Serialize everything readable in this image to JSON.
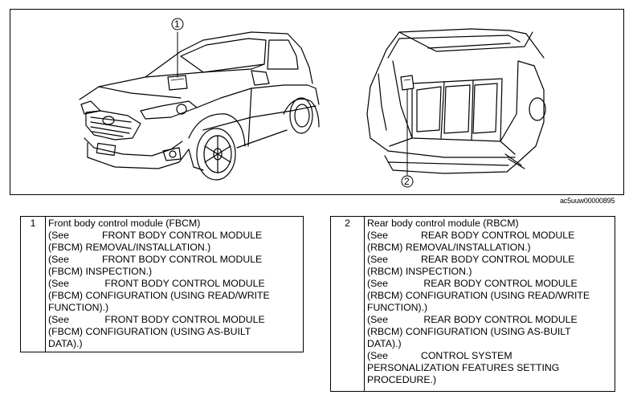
{
  "figure": {
    "callout_1": "1",
    "callout_2": "2",
    "figure_id": "ac5uuw00000895"
  },
  "fbcm": {
    "number": "1",
    "title": "Front body control module (FBCM)",
    "lines": [
      "(See            FRONT BODY CONTROL MODULE",
      "(FBCM) REMOVAL/INSTALLATION.)",
      "(See            FRONT BODY CONTROL MODULE",
      "(FBCM) INSPECTION.)",
      "(See             FRONT BODY CONTROL MODULE",
      "(FBCM) CONFIGURATION (USING READ/WRITE",
      "FUNCTION).)",
      "(See             FRONT BODY CONTROL MODULE",
      "(FBCM) CONFIGURATION (USING AS-BUILT",
      "DATA).)"
    ]
  },
  "rbcm": {
    "number": "2",
    "title": "Rear body control module (RBCM)",
    "lines": [
      "(See            REAR BODY CONTROL MODULE",
      "(RBCM) REMOVAL/INSTALLATION.)",
      "(See            REAR BODY CONTROL MODULE",
      "(RBCM) INSPECTION.)",
      "(See             REAR BODY CONTROL MODULE",
      "(RBCM) CONFIGURATION (USING READ/WRITE",
      "FUNCTION).)",
      "(See             REAR BODY CONTROL MODULE",
      "(RBCM) CONFIGURATION (USING AS-BUILT",
      "DATA).)",
      "(See            CONTROL SYSTEM",
      "PERSONALIZATION FEATURES SETTING",
      "PROCEDURE.)"
    ]
  }
}
